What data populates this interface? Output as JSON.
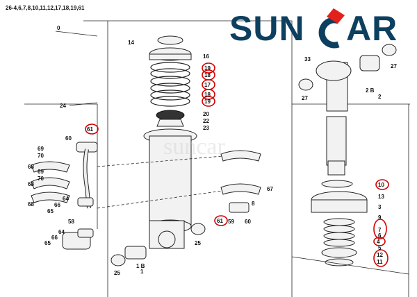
{
  "header_note": "26-4,6,7,8,10,11,12,17,18,19,61",
  "logo": {
    "text_left": "SUN",
    "text_right": "AR",
    "accent": "#e2211c",
    "brand": "#0d3f5f"
  },
  "watermark": "suncar",
  "labels": {
    "l0": "0",
    "l14": "14",
    "l16": "16",
    "l19a": "19",
    "l18a": "18",
    "l17": "17",
    "l18b": "18",
    "l19b": "19",
    "l20": "20",
    "l22": "22",
    "l23": "23",
    "l24": "24",
    "l61a": "61",
    "l60a": "60",
    "l69a": "69",
    "l70a": "70",
    "l68a": "68",
    "l69b": "69",
    "l70b": "70",
    "l68b": "68",
    "l68c": "68",
    "l64a": "64",
    "l66a": "66",
    "l65a": "65",
    "l58": "58",
    "l64b": "64",
    "l66b": "66",
    "l65b": "65",
    "l8": "8",
    "l61b": "61",
    "l59": "59",
    "l60b": "60",
    "l67": "67",
    "l25a": "25",
    "l25b": "25",
    "l1b": "1 B",
    "l1": "1",
    "l33": "33",
    "l27a": "27",
    "l27b": "27",
    "l2b": "2 B",
    "l2": "2",
    "l10": "10",
    "l13": "13",
    "l3": "3",
    "l9": "9",
    "l7": "7",
    "l6": "6",
    "l4": "4",
    "l5": "5",
    "l12": "12",
    "l11": "11"
  }
}
